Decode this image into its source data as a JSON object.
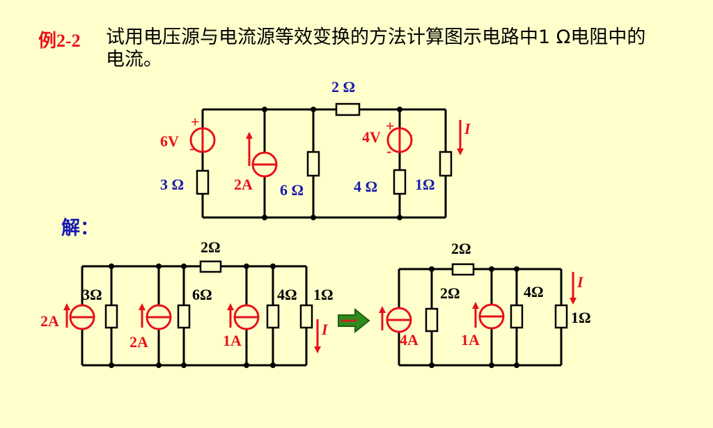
{
  "problem": {
    "number": "例2-2",
    "text": "试用电压源与电流源等效变换的方法计算图示电路中1 Ω电阻中的电流。"
  },
  "solution_label": "解：",
  "colors": {
    "red": "#e8101a",
    "blue": "#1a1ab0",
    "black": "#000000",
    "green": "#2e7d1c",
    "background": "#ffffcc"
  },
  "circuit1": {
    "top_resistor": "2 Ω",
    "v_source_left": "6V",
    "v_source_right": "4V",
    "plus": "+",
    "minus": "-",
    "r_left": "3 Ω",
    "i_source": "2A",
    "r_mid": "6 Ω",
    "r_right": "4 Ω",
    "r_load": "1Ω",
    "current": "I"
  },
  "circuit2": {
    "top_resistor": "2Ω",
    "i_source_1": "2A",
    "r_1": "3Ω",
    "i_source_2": "2A",
    "r_2": "6Ω",
    "i_source_3": "1A",
    "r_3": "4Ω",
    "r_load": "1Ω",
    "current": "I"
  },
  "circuit3": {
    "top_resistor": "2Ω",
    "i_source_1": "4A",
    "r_1": "2Ω",
    "i_source_2": "1A",
    "r_2": "4Ω",
    "r_load": "1Ω",
    "current": "I"
  }
}
